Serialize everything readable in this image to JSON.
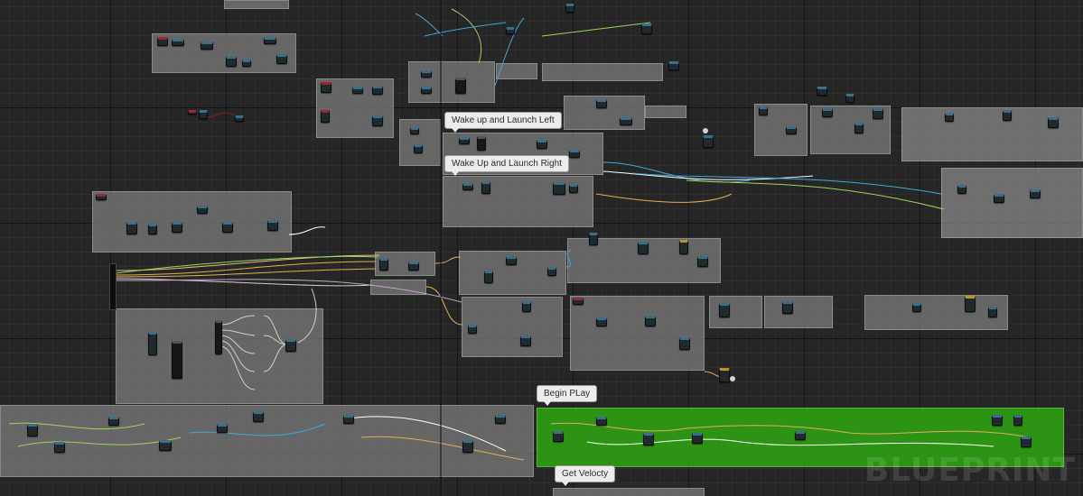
{
  "graph": {
    "watermark": "BLUEPRINT",
    "comments": [
      {
        "id": "wake-left",
        "label": "Wake up and Launch Left"
      },
      {
        "id": "wake-right",
        "label": "Wake Up and Launch Right"
      },
      {
        "id": "begin-play",
        "label": "Begin PLay"
      },
      {
        "id": "get-velocity",
        "label": "Get Velocty"
      }
    ],
    "colors": {
      "grid_background": "#262626",
      "comment_gray": "#8a8a8a",
      "comment_green": "#2e9c12",
      "node_body": "#1f2a2f",
      "wire_exec": "#ffffff",
      "wire_float": "#9ed45a",
      "wire_object": "#3fa8d8",
      "wire_struct": "#e0b050",
      "wire_bool": "#8b1e1e"
    }
  }
}
